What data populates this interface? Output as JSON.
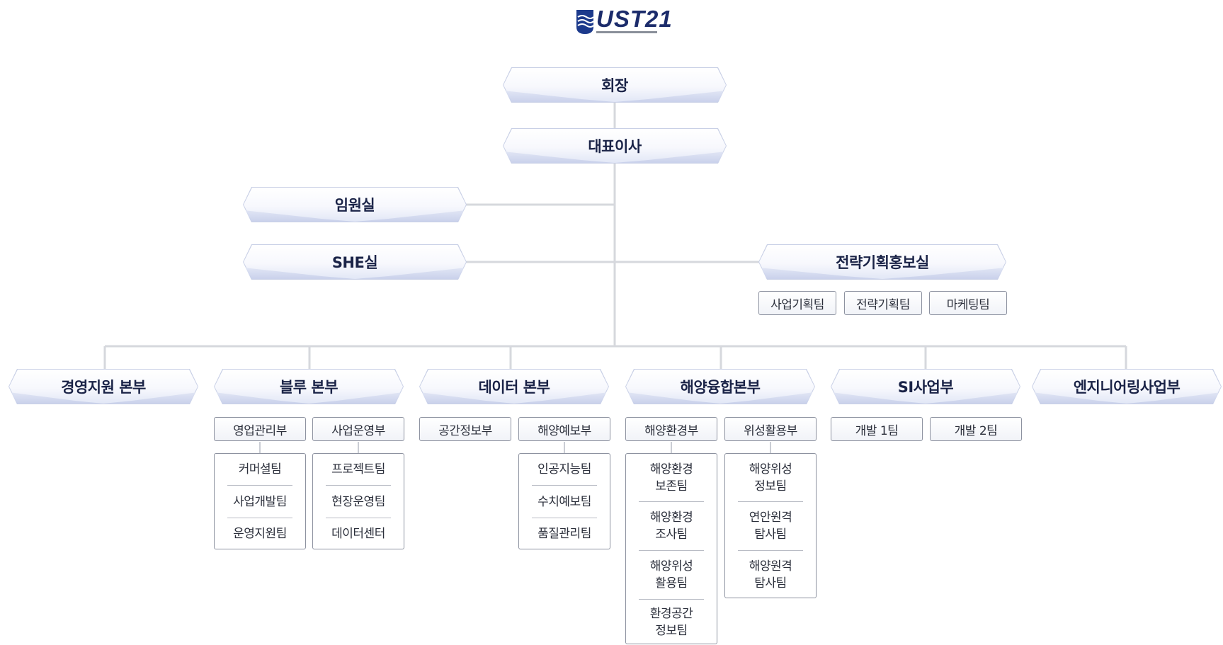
{
  "logo": {
    "text": "UST21"
  },
  "chairman": "회장",
  "ceo": "대표이사",
  "executive_office": "임원실",
  "she_office": "SHE실",
  "strategy_office": {
    "title": "전략기획홍보실",
    "teams": [
      "사업기획팀",
      "전략기획팀",
      "마케팅팀"
    ]
  },
  "headquarters": [
    {
      "title": "경영지원 본부",
      "departments": []
    },
    {
      "title": "블루 본부",
      "departments": [
        {
          "name": "영업관리부",
          "teams": [
            "커머셜팀",
            "사업개발팀",
            "운영지원팀"
          ]
        },
        {
          "name": "사업운영부",
          "teams": [
            "프로젝트팀",
            "현장운영팀",
            "데이터센터"
          ]
        }
      ]
    },
    {
      "title": "데이터 본부",
      "departments": [
        {
          "name": "공간정보부",
          "teams": []
        },
        {
          "name": "해양예보부",
          "teams": [
            "인공지능팀",
            "수치예보팀",
            "품질관리팀"
          ]
        }
      ]
    },
    {
      "title": "해양융합본부",
      "departments": [
        {
          "name": "해양환경부",
          "teams": [
            "해양환경\n보존팀",
            "해양환경\n조사팀",
            "해양위성\n활용팀",
            "환경공간\n정보팀"
          ]
        },
        {
          "name": "위성활용부",
          "teams": [
            "해양위성\n정보팀",
            "연안원격\n탐사팀",
            "해양원격\n탐사팀"
          ]
        }
      ]
    },
    {
      "title": "SI사업부",
      "departments": [
        {
          "name": "개발 1팀",
          "teams": []
        },
        {
          "name": "개발 2팀",
          "teams": []
        }
      ]
    },
    {
      "title": "엔지니어링사업부",
      "departments": []
    }
  ]
}
